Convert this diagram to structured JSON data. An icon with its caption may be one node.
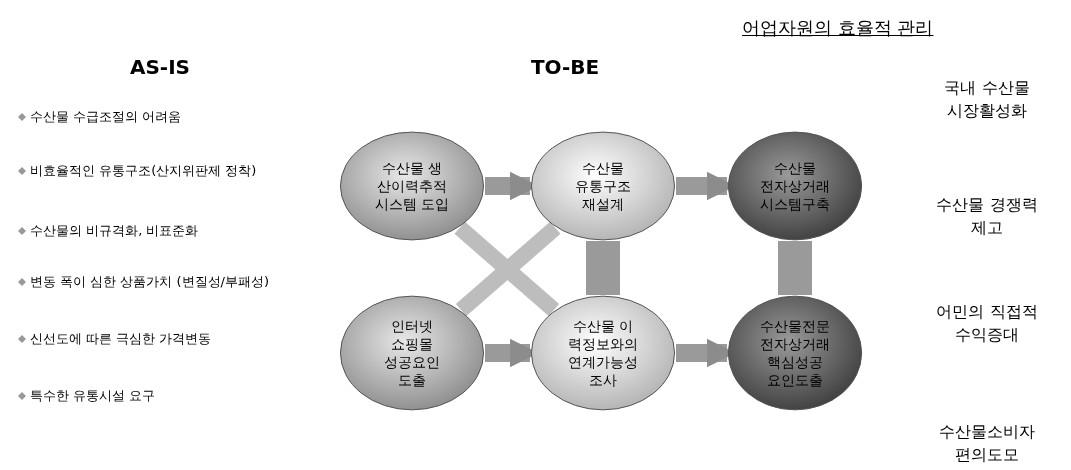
{
  "diagram": {
    "title": "어업자원의 효율적 관리",
    "nodes": [
      {
        "text": [
          "수산물 생 산이력추적 시스템 도입"
        ]
      },
      {
        "text": [
          "수산물 유통구조 재설계"
        ]
      },
      {
        "text": [
          "수산물 전자상거래 시스템구축"
        ]
      },
      {
        "text": [
          "인터넷 쇼핑몰 성공요인 도출"
        ]
      },
      {
        "text": [
          "수산물 이 력정보와의 연계가능성 조사"
        ]
      },
      {
        "text": [
          "수산물전문 전자상거래 핵심성공 요인도출"
        ]
      }
    ],
    "edges": [
      {
        "from": 0,
        "to": 1,
        "arrow": "to"
      },
      {
        "from": 1,
        "to": 2,
        "arrow": "to"
      },
      {
        "from": 3,
        "to": 4,
        "arrow": "to"
      },
      {
        "from": 4,
        "to": 5,
        "arrow": "to"
      },
      {
        "from": 0,
        "to": 4,
        "arrow": "none"
      },
      {
        "from": 3,
        "to": 1,
        "arrow": "none"
      },
      {
        "from": 1,
        "to": 4,
        "arrow": "none",
        "style": "thick"
      },
      {
        "from": 2,
        "to": 5,
        "arrow": "none",
        "style": "thick"
      }
    ],
    "labels": [
      "AS-IS",
      "TO-BE",
      "수산물 수급조절의 어려움",
      "비효율적인 유통구조(산지위판제 정착)",
      "수산물의 비규격화, 비표준화",
      "변동 폭이 심한 상품가치 (변질성/부패성)",
      "신선도에 따른 극심한 가격변동",
      "특수한 유통시설 요구",
      "국내 수산물 시장활성화",
      "수산물 경쟁력 제고",
      "어민의 직접적 수익증대",
      "수산물소비자 편의도모"
    ]
  }
}
